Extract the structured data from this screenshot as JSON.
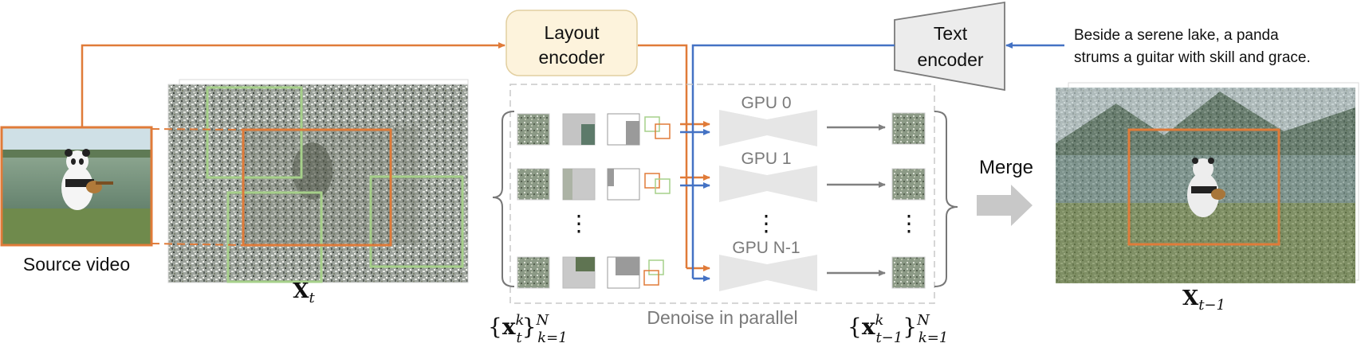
{
  "source_label": "Source video",
  "layout_encoder": {
    "line1": "Layout",
    "line2": "encoder"
  },
  "text_encoder": {
    "line1": "Text",
    "line2": "encoder"
  },
  "prompt": {
    "line1": "Beside a serene lake, a panda",
    "line2": "strums a guitar with skill and grace."
  },
  "gpus": [
    "GPU 0",
    "GPU 1",
    "GPU N-1"
  ],
  "ellipsis": "⋮",
  "denoise_label": "Denoise in parallel",
  "merge_label": "Merge",
  "math": {
    "xt_bold": "X",
    "xt_sub": "t",
    "xt1_bold": "X",
    "xt1_sub": "t−1",
    "set_in": {
      "open": "{",
      "x": "x",
      "sup": "k",
      "sub": "t",
      "close": "}",
      "N": "N",
      "range": "k=1"
    },
    "set_out": {
      "open": "{",
      "x": "x",
      "sup": "k",
      "sub": "t−1",
      "close": "}",
      "N": "N",
      "range": "k=1"
    }
  },
  "colors": {
    "layout_arrow": "#e07b39",
    "text_arrow": "#4472c4",
    "bbox_orange": "#e07b39",
    "bbox_green": "#a6d08a",
    "layout_box_fill": "#fdf3dc",
    "text_box_fill": "#ececec",
    "gpu_shape": "#e6e6e6",
    "gray_arrow": "#808080"
  }
}
